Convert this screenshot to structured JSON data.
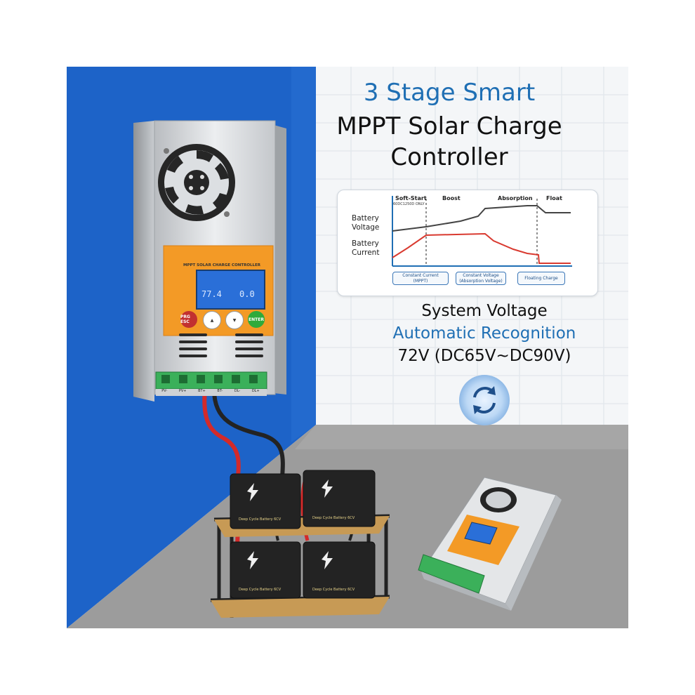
{
  "title": {
    "line1": "3 Stage Smart",
    "line2": "MPPT Solar Charge",
    "line3": "Controller"
  },
  "chart": {
    "stages": [
      "Soft-Start",
      "Boost",
      "Absorption",
      "Float"
    ],
    "soft_start_note": "60DC1250D ONLY",
    "y_labels": {
      "voltage": [
        "Battery",
        "Voltage"
      ],
      "current": [
        "Battery",
        "Current"
      ]
    },
    "modes": [
      {
        "line1": "Constant Current",
        "line2": "(MPPT)"
      },
      {
        "line1": "Constant Voltage",
        "line2": "(Absorption Voltage)"
      },
      {
        "line1": "Floating Charge",
        "line2": ""
      }
    ],
    "colors": {
      "voltage": "#444444",
      "current": "#d93a30",
      "axis": "#1f6fb4"
    }
  },
  "system": {
    "line1": "System Voltage",
    "line2": "Automatic Recognition",
    "line3": "72V (DC65V~DC90V)",
    "icon": "refresh-icon"
  },
  "device": {
    "panel_title": "MPPT SOLAR CHARGE CONTROLLER",
    "lcd_value_left": "77.4",
    "lcd_value_right": "0.0",
    "buttons": [
      "PRG ESC",
      "▲",
      "▼",
      "ENTER"
    ],
    "terminals": [
      "PV-",
      "PV+",
      "BT+",
      "BT-",
      "DL-",
      "DL+"
    ]
  },
  "battery": {
    "label": "Deep Cycle Battery 6CV",
    "icon": "lightning-cloud-icon"
  },
  "colors": {
    "accent_blue": "#1f6fb4",
    "wall_blue": "#1d63c8",
    "panel_orange": "#f39a26",
    "floor_gray": "#9a9a9a"
  }
}
